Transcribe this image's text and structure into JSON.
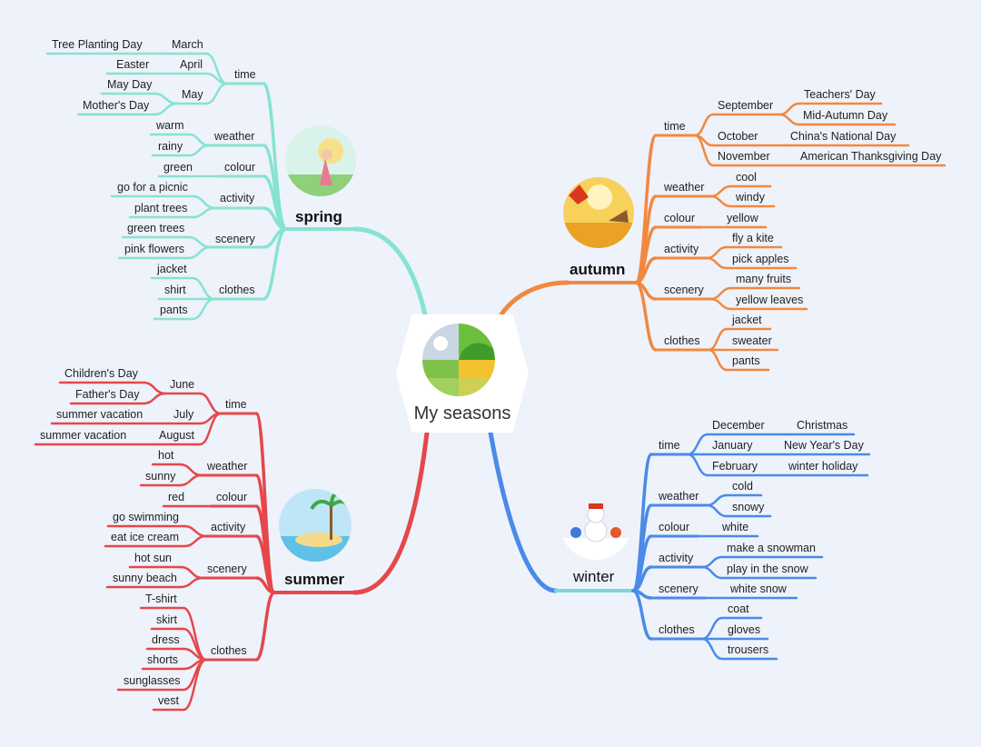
{
  "center": {
    "title": "My seasons"
  },
  "colors": {
    "spring": "#86e3d1",
    "summer": "#e5474b",
    "autumn": "#f2883f",
    "winter": "#4a8ae8",
    "background": "#eef2fb"
  },
  "spring": {
    "title": "spring",
    "time": "time",
    "march": "March",
    "tree_day": "Tree Planting Day",
    "april": "April",
    "easter": "Easter",
    "may": "May",
    "may_day": "May Day",
    "mothers_day": "Mother's Day",
    "weather": "weather",
    "warm": "warm",
    "rainy": "rainy",
    "colour": "colour",
    "green": "green",
    "activity": "activity",
    "picnic": "go for a picnic",
    "plant": "plant trees",
    "scenery": "scenery",
    "green_trees": "green trees",
    "pink_flowers": "pink flowers",
    "clothes": "clothes",
    "jacket": "jacket",
    "shirt": "shirt",
    "pants": "pants"
  },
  "summer": {
    "title": "summer",
    "time": "time",
    "june": "June",
    "childrens_day": "Children's Day",
    "fathers_day": "Father's Day",
    "july": "July",
    "vacation1": "summer vacation",
    "august": "August",
    "vacation2": "summer vacation",
    "weather": "weather",
    "hot": "hot",
    "sunny": "sunny",
    "colour": "colour",
    "red": "red",
    "activity": "activity",
    "swimming": "go swimming",
    "ice_cream": "eat ice cream",
    "scenery": "scenery",
    "hot_sun": "hot sun",
    "beach": "sunny beach",
    "clothes": "clothes",
    "tshirt": "T-shirt",
    "skirt": "skirt",
    "dress": "dress",
    "shorts": "shorts",
    "sunglasses": "sunglasses",
    "vest": "vest"
  },
  "autumn": {
    "title": "autumn",
    "time": "time",
    "september": "September",
    "teachers_day": "Teachers' Day",
    "mid_autumn": "Mid-Autumn Day",
    "october": "October",
    "national_day": "China's National Day",
    "november": "November",
    "thanksgiving": "American Thanksgiving Day",
    "weather": "weather",
    "cool": "cool",
    "windy": "windy",
    "colour": "colour",
    "yellow": "yellow",
    "activity": "activity",
    "kite": "fly a kite",
    "apples": "pick apples",
    "scenery": "scenery",
    "fruits": "many fruits",
    "leaves": "yellow leaves",
    "clothes": "clothes",
    "jacket": "jacket",
    "sweater": "sweater",
    "pants": "pants"
  },
  "winter": {
    "title": "winter",
    "time": "time",
    "december": "December",
    "christmas": "Christmas",
    "january": "January",
    "new_year": "New Year's Day",
    "february": "February",
    "holiday": "winter holiday",
    "weather": "weather",
    "cold": "cold",
    "snowy": "snowy",
    "colour": "colour",
    "white": "white",
    "activity": "activity",
    "snowman": "make a snowman",
    "play_snow": "play in the snow",
    "scenery": "scenery",
    "white_snow": "white snow",
    "clothes": "clothes",
    "coat": "coat",
    "gloves": "gloves",
    "trousers": "trousers"
  }
}
